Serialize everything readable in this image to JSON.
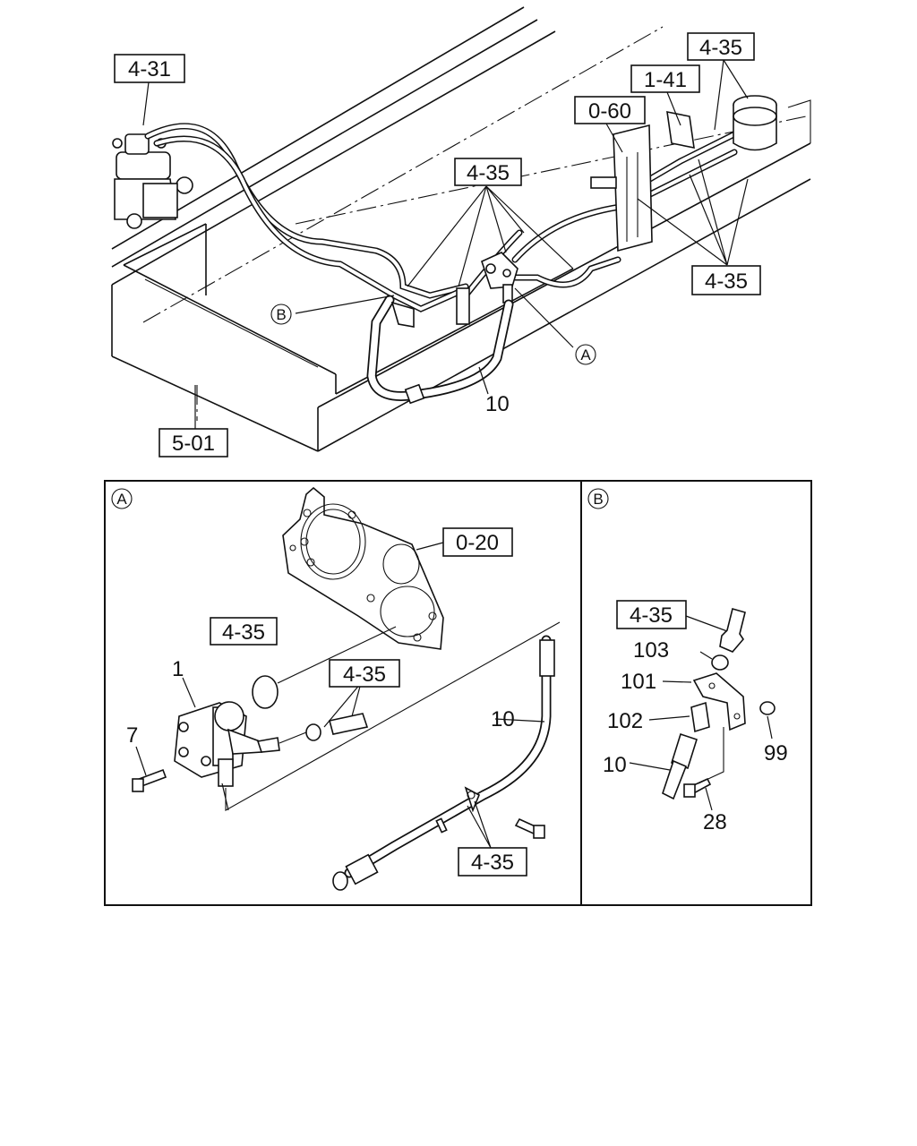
{
  "main_view": {
    "ref_boxes": [
      "4-31",
      "4-35",
      "1-41",
      "0-60",
      "4-35",
      "4-35",
      "5-01"
    ],
    "part_numbers": [
      "10"
    ],
    "detail_markers": [
      "B",
      "A"
    ]
  },
  "detail_a": {
    "marker": "A",
    "ref_boxes": [
      "0-20",
      "4-35",
      "4-35",
      "4-35"
    ],
    "part_numbers": [
      "1",
      "7",
      "10"
    ]
  },
  "detail_b": {
    "marker": "B",
    "ref_boxes": [
      "4-35"
    ],
    "part_numbers": [
      "103",
      "101",
      "102",
      "10",
      "99",
      "28"
    ]
  },
  "colors": {
    "line": "#111111",
    "background": "#ffffff"
  }
}
